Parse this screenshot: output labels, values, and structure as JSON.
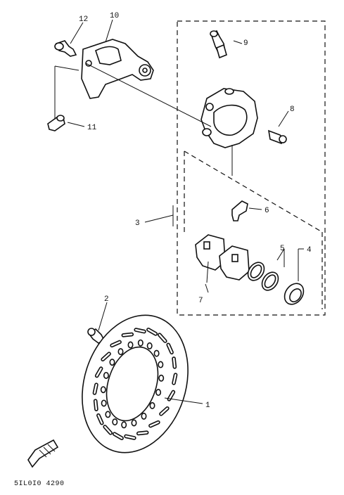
{
  "callouts": {
    "c1": "1",
    "c2": "2",
    "c3": "3",
    "c4": "4",
    "c5": "5",
    "c6": "6",
    "c7": "7",
    "c8": "8",
    "c9": "9",
    "c10": "10",
    "c11": "11",
    "c12": "12"
  },
  "drawing_code": "5IL0I0 4290",
  "icons": {
    "direction": "front-arrow-icon"
  }
}
